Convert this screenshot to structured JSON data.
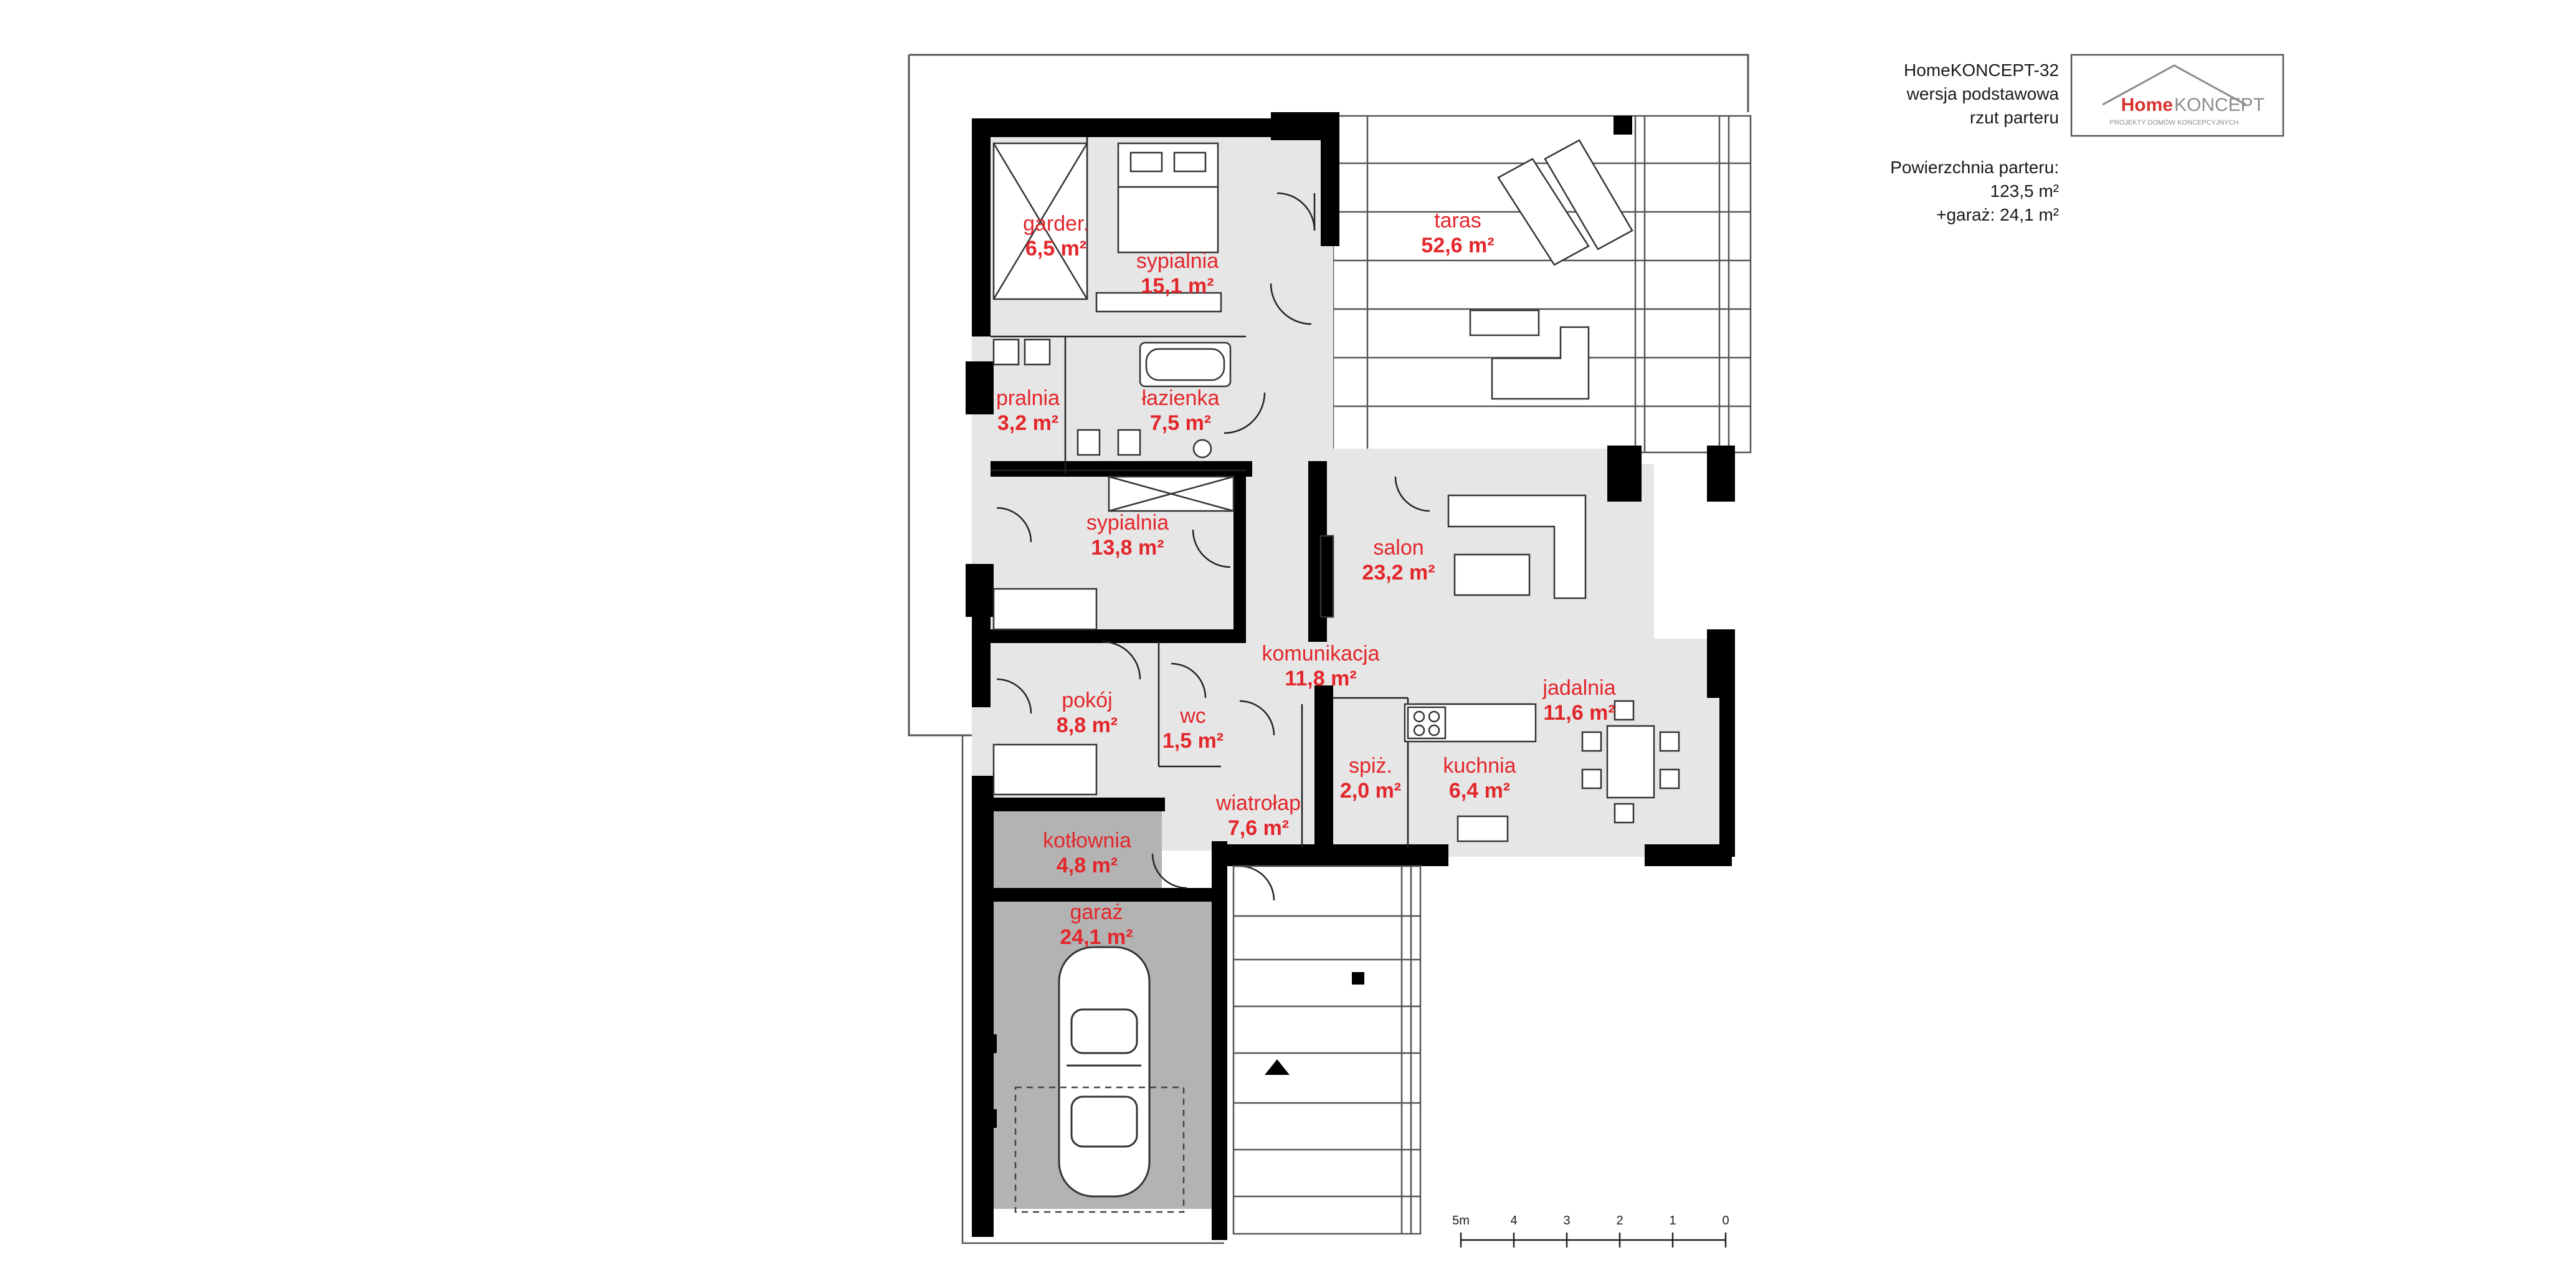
{
  "header": {
    "project_name": "HomeKONCEPT-32",
    "version": "wersja podstawowa",
    "view": "rzut parteru"
  },
  "area_info": {
    "label": "Powierzchnia parteru:",
    "main_area": "123,5 m²",
    "garage_area": "+garaż: 24,1 m²"
  },
  "logo": {
    "brand_a": "Home",
    "brand_b": "KONCEPT",
    "tagline": "PROJEKTY DOMÓW KONCEPCYJNYCH"
  },
  "rooms": [
    {
      "name": "garder.",
      "area": "6,5 m²"
    },
    {
      "name": "sypialnia",
      "area": "15,1 m²"
    },
    {
      "name": "taras",
      "area": "52,6 m²"
    },
    {
      "name": "pralnia",
      "area": "3,2 m²"
    },
    {
      "name": "łazienka",
      "area": "7,5 m²"
    },
    {
      "name": "sypialnia",
      "area": "13,8 m²"
    },
    {
      "name": "salon",
      "area": "23,2 m²"
    },
    {
      "name": "komunikacja",
      "area": "11,8 m²"
    },
    {
      "name": "jadalnia",
      "area": "11,6 m²"
    },
    {
      "name": "pokój",
      "area": "8,8 m²"
    },
    {
      "name": "wc",
      "area": "1,5 m²"
    },
    {
      "name": "spiż.",
      "area": "2,0 m²"
    },
    {
      "name": "kuchnia",
      "area": "6,4 m²"
    },
    {
      "name": "wiatrołap",
      "area": "7,6 m²"
    },
    {
      "name": "kotłownia",
      "area": "4,8 m²"
    },
    {
      "name": "garaż",
      "area": "24,1 m²"
    }
  ],
  "scale_bar": {
    "ticks": [
      "0",
      "1",
      "2",
      "3",
      "4",
      "5m"
    ]
  },
  "colors": {
    "wall": "#000000",
    "floor": "#e6e6e6",
    "service_floor": "#b3b3b3",
    "label": "#e3262b",
    "logo_red": "#d9322d",
    "logo_grey": "#8c8c8c"
  }
}
